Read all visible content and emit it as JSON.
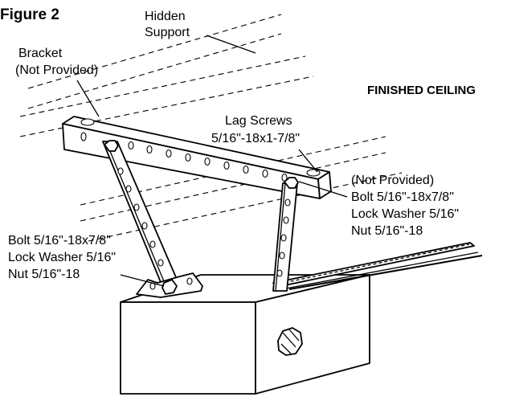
{
  "figure_title": "Figure 2",
  "labels": {
    "hidden_support": [
      "Hidden",
      "Support"
    ],
    "bracket": [
      "Bracket",
      "(Not Provided)"
    ],
    "finished_ceiling": "FINISHED CEILING",
    "lag_screws": [
      "Lag Screws",
      "5/16\"-18x1-7/8\""
    ],
    "right_hardware": [
      "(Not Provided)",
      "Bolt 5/16\"-18x7/8\"",
      "Lock Washer 5/16\"",
      "Nut 5/16\"-18"
    ],
    "left_hardware": [
      "Bolt 5/16\"-18x7/8\"",
      "Lock Washer 5/16\"",
      "Nut 5/16\"-18"
    ]
  }
}
